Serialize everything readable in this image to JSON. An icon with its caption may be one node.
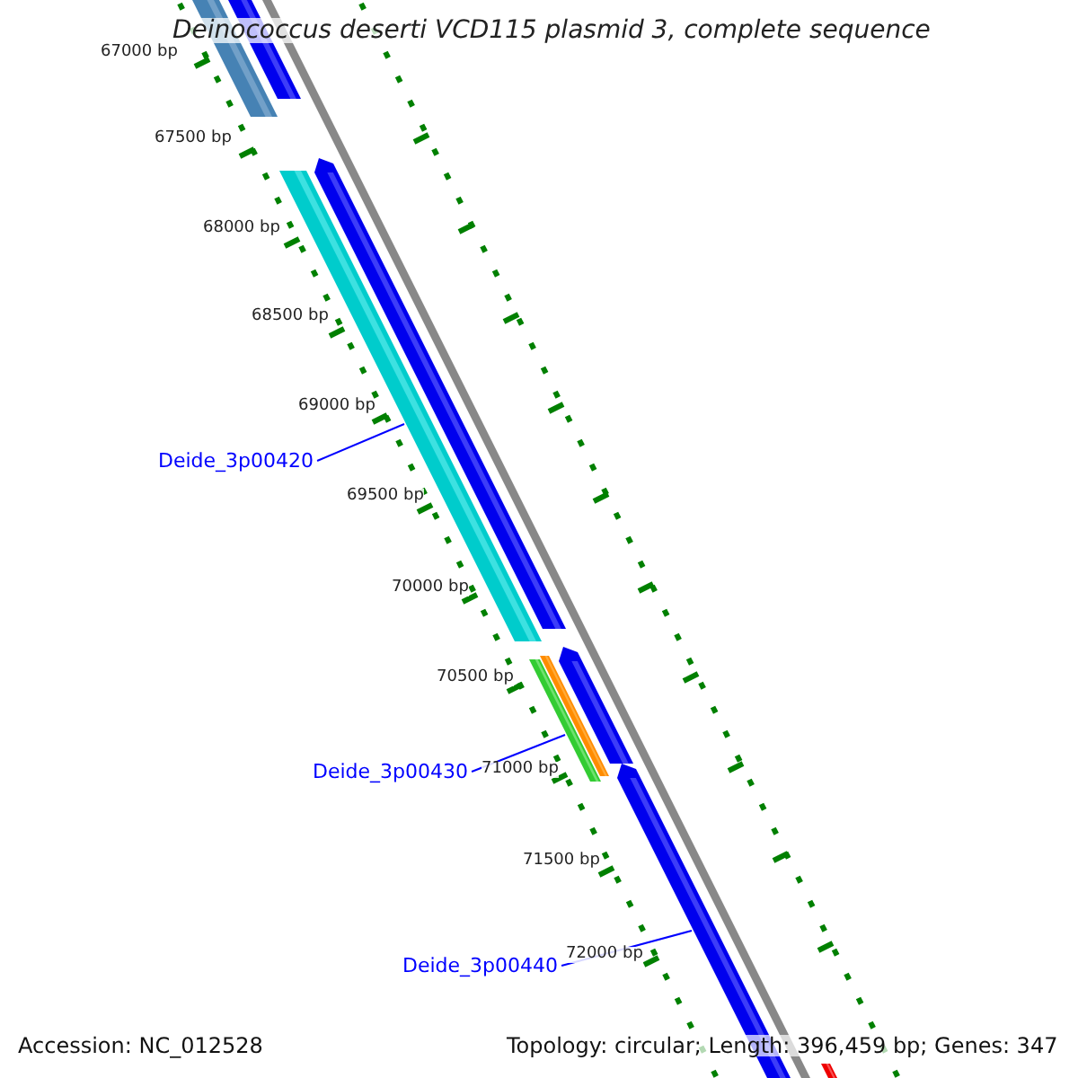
{
  "diagram": {
    "title": "Deinococcus deserti VCD115 plasmid 3, complete sequence",
    "nodes": [
      {
        "text": [
          "Deide_3p00420"
        ]
      },
      {
        "text": [],
        "shape": "bar"
      },
      {
        "text": [
          "Deide_3p00430"
        ]
      },
      {
        "text": [],
        "shape": "bar"
      },
      {
        "text": [
          "Deide_3p00440"
        ]
      },
      {
        "text": [],
        "shape": "bar"
      }
    ],
    "edges": [
      {
        "from": 0,
        "to": 1,
        "arrow": "none"
      },
      {
        "from": 2,
        "to": 3,
        "arrow": "none"
      },
      {
        "from": 4,
        "to": 5,
        "arrow": "none"
      }
    ],
    "labels": [
      "67000 bp",
      "67500 bp",
      "68000 bp",
      "68500 bp",
      "69000 bp",
      "69500 bp",
      "70000 bp",
      "70500 bp",
      "71000 bp",
      "71500 bp",
      "72000 bp",
      "Accession: NC_012528",
      "Topology: circular; Length: 396,459 bp; Genes: 347"
    ]
  }
}
